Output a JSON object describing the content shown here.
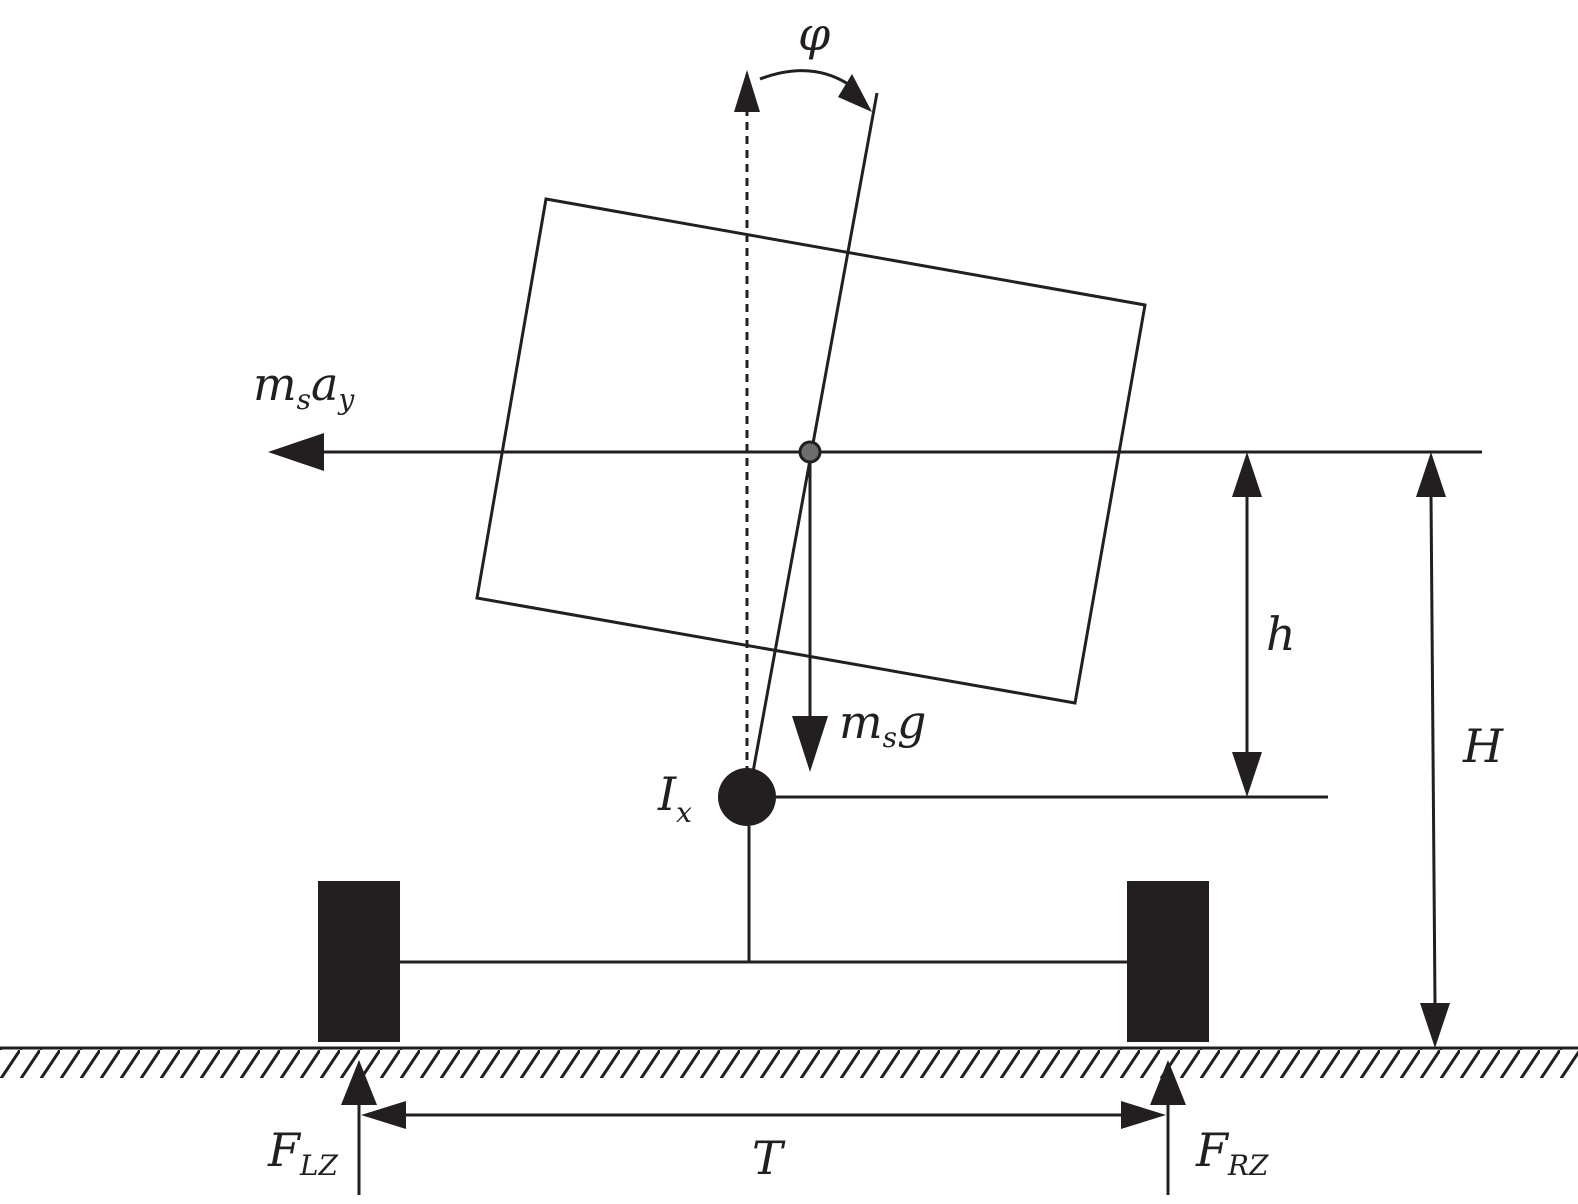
{
  "labels": {
    "phi": "φ",
    "ms_ay": {
      "base": "m",
      "sub": "s",
      "base2": "a",
      "sub2": "y"
    },
    "ms_g": {
      "base": "m",
      "sub": "s",
      "base2": "g"
    },
    "h": "h",
    "H": "H",
    "Ix": {
      "base": "I",
      "sub": "x"
    },
    "T": "T",
    "F_LZ": {
      "base": "F",
      "sub": "LZ"
    },
    "F_RZ": {
      "base": "F",
      "sub": "RZ"
    }
  },
  "colors": {
    "ink": "#231f20",
    "background": "#ffffff"
  }
}
